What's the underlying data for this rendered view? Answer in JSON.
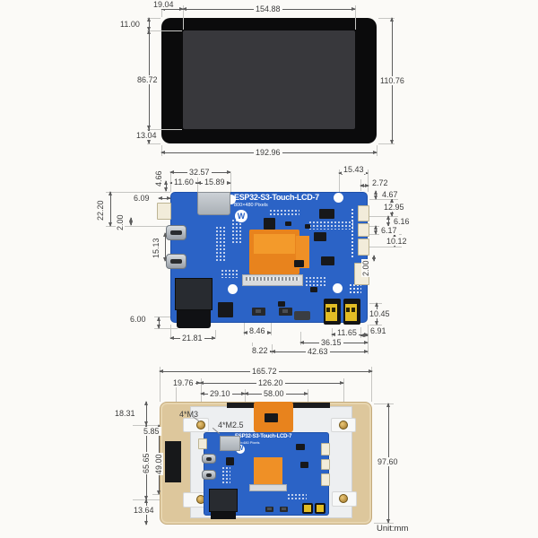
{
  "footer": {
    "unit": "Unit:mm"
  },
  "board": {
    "title": "ESP32-S3-Touch-LCD-7",
    "subtitle": "800×480 Pixels",
    "logo": "W"
  },
  "front": {
    "dims": {
      "bezel_left": "19.04",
      "active_width": "154.88",
      "bezel_top": "11.00",
      "active_height": "86.72",
      "bezel_bottom": "13.04",
      "total_width": "192.96",
      "total_height": "110.76"
    }
  },
  "pcb": {
    "top": {
      "sd_span": "32.57",
      "sd_left": "11.60",
      "sd_width": "15.89",
      "conn_top": "4.66",
      "hole_edge": "15.43",
      "edge_off": "2.72"
    },
    "left": {
      "conn_protrude": "6.09",
      "usb_top": "22.20",
      "gap": "2.00",
      "usb_pitch": "15.13",
      "ant_overhang": "6.00"
    },
    "right": {
      "r1": "4.67",
      "r2": "12.95",
      "r3": "6.16",
      "r4": "6.17",
      "r5": "10.12",
      "r6": "2.00",
      "term_h": "10.45",
      "term_edge": "6.91"
    },
    "bottom": {
      "esp_w": "21.81",
      "b1": "8.46",
      "b2": "8.22",
      "b3": "36.15",
      "b4": "42.63",
      "b5": "11.65"
    }
  },
  "back": {
    "top": {
      "total": "165.72",
      "holes": "126.20",
      "off1": "19.76",
      "off2": "29.10",
      "fpc": "58.00"
    },
    "left": {
      "l1": "18.31",
      "l2": "5.85",
      "l3": "65.65",
      "l4": "49.00",
      "l5": "13.64"
    },
    "right": {
      "height": "97.60"
    },
    "labels": {
      "m3": "4*M3",
      "m25": "4*M2.5"
    }
  }
}
